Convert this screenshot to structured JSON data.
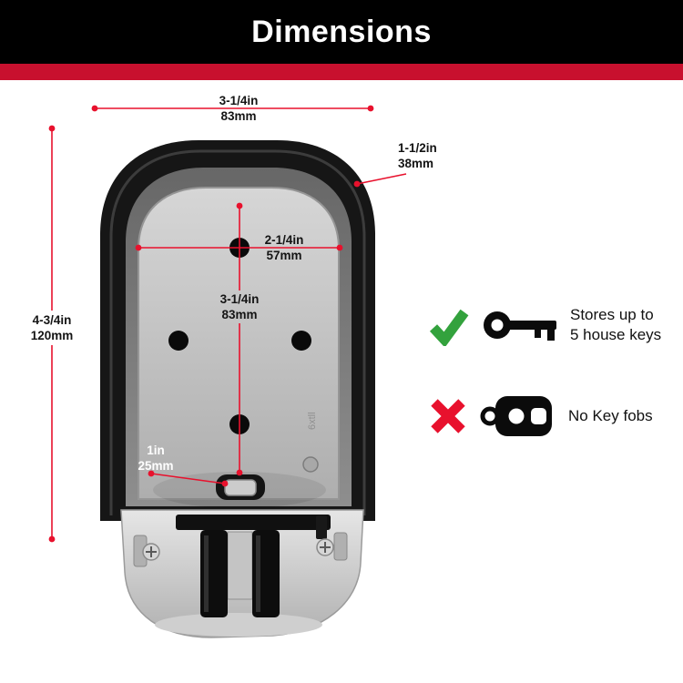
{
  "header": {
    "title": "Dimensions"
  },
  "colors": {
    "banner-bg": "#000000",
    "banner-stripe": "#c8102e",
    "dim-red": "#e8112d",
    "check-green": "#33a23d",
    "cross-red": "#e8112d",
    "ink": "#141414"
  },
  "dims": {
    "outer_width": {
      "in": "3-1/4in",
      "mm": "83mm"
    },
    "depth": {
      "in": "1-1/2in",
      "mm": "38mm"
    },
    "inner_width": {
      "in": "2-1/4in",
      "mm": "57mm"
    },
    "inner_height": {
      "in": "3-1/4in",
      "mm": "83mm"
    },
    "outer_height": {
      "in": "4-3/4in",
      "mm": "120mm"
    },
    "door_depth": {
      "in": "1in",
      "mm": "25mm"
    }
  },
  "features": {
    "keys": {
      "line1": "Stores up to",
      "line2": "5 house keys"
    },
    "fobs": {
      "line1": "No Key fobs"
    }
  },
  "product": {
    "marking": "6xtll"
  }
}
